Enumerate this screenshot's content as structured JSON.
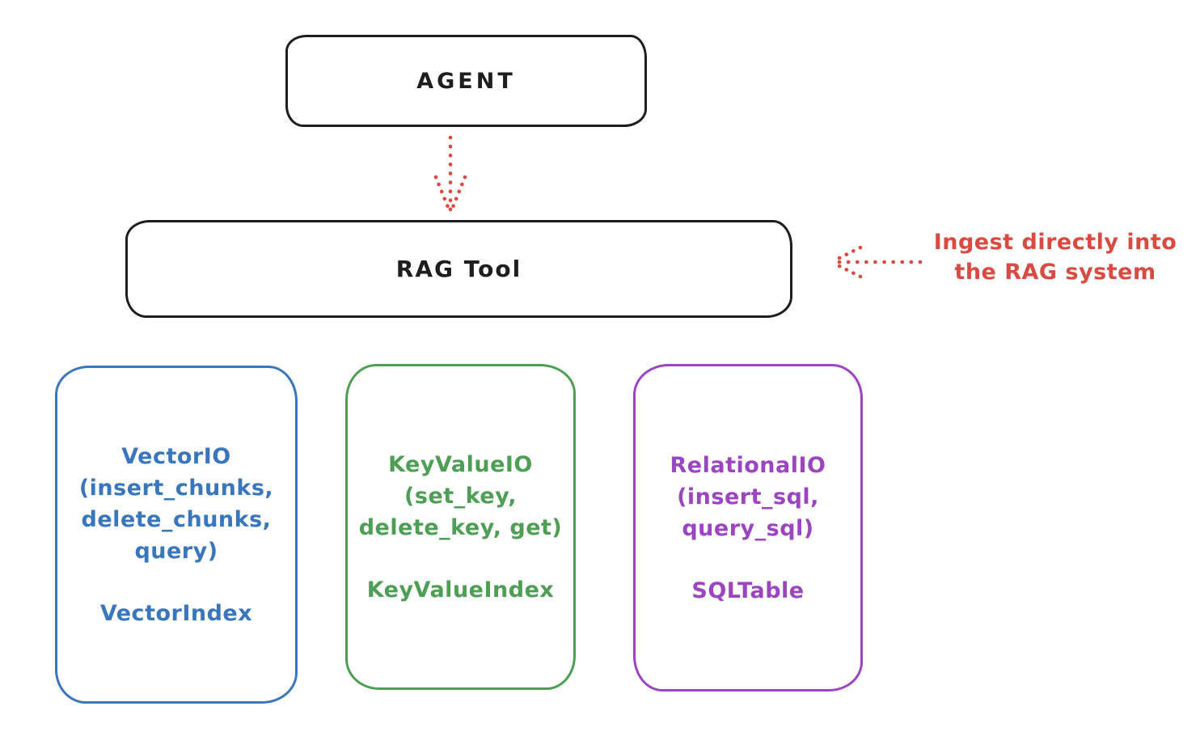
{
  "colors": {
    "ink": "#1e1e1e",
    "red": "#d94a42",
    "blue": "#3a76bb",
    "green": "#4f9e56",
    "purple": "#9b45c1",
    "background": "#ffffff"
  },
  "nodes": {
    "agent": {
      "label": "AGENT"
    },
    "rag_tool": {
      "label": "RAG Tool"
    }
  },
  "annotation": {
    "line1": "Ingest directly into",
    "line2": "the RAG system",
    "color": "#d94a42"
  },
  "arrows": [
    {
      "name": "agent-to-rag-tool",
      "style": "dotted",
      "color": "#d94a42",
      "direction": "down"
    },
    {
      "name": "ingest-into-rag-tool",
      "style": "dotted",
      "color": "#d94a42",
      "direction": "left"
    }
  ],
  "cards": [
    {
      "id": "vector-io",
      "color": "#3a76bb",
      "lines": [
        "VectorIO",
        "(insert_chunks,",
        "delete_chunks,",
        "query)"
      ],
      "index_label": "VectorIndex"
    },
    {
      "id": "keyvalue-io",
      "color": "#4f9e56",
      "lines": [
        "KeyValueIO",
        "(set_key,",
        "delete_key, get)"
      ],
      "index_label": "KeyValueIndex"
    },
    {
      "id": "relational-io",
      "color": "#9b45c1",
      "lines": [
        "RelationalIO",
        "(insert_sql,",
        "query_sql)"
      ],
      "index_label": "SQLTable"
    }
  ]
}
